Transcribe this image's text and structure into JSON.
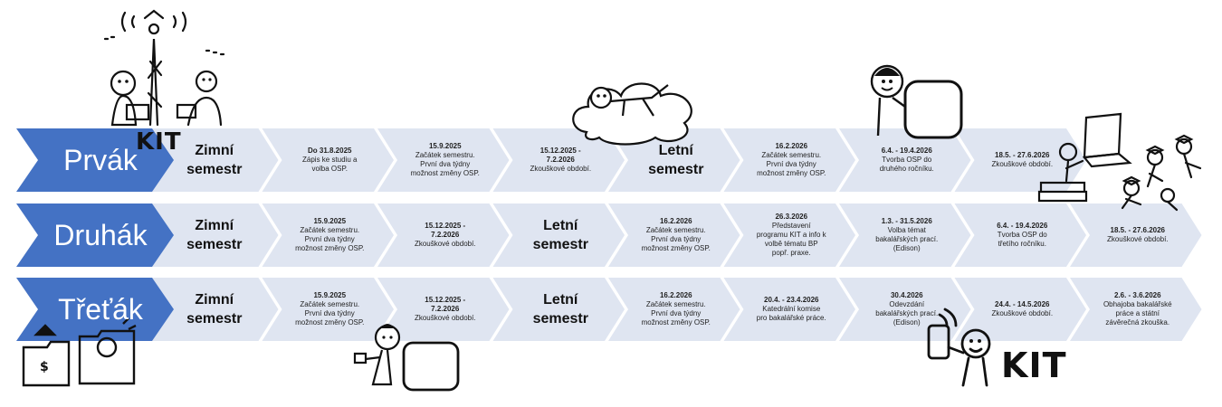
{
  "colors": {
    "label_blue": "#4472c4",
    "step_fill": "#dfe5f1",
    "text": "#1f1f1f",
    "ink": "#111111"
  },
  "logo_text": "KIT",
  "rows": [
    {
      "label": "Prvák",
      "steps": [
        {
          "kind": "season",
          "line1": "Zimní",
          "line2": "semestr"
        },
        {
          "kind": "event",
          "date": "Do 31.8.2025",
          "text": [
            "Zápis ke studiu a",
            "volba OSP."
          ]
        },
        {
          "kind": "event",
          "date": "15.9.2025",
          "text": [
            "Začátek semestru.",
            "První dva týdny",
            "možnost změny OSP."
          ]
        },
        {
          "kind": "event",
          "date": "15.12.2025 -",
          "date2": "7.2.2026",
          "text": [
            "Zkouškové období."
          ]
        },
        {
          "kind": "season",
          "line1": "Letní",
          "line2": "semestr"
        },
        {
          "kind": "event",
          "date": "16.2.2026",
          "text": [
            "Začátek semestru.",
            "První dva týdny",
            "možnost změny OSP."
          ]
        },
        {
          "kind": "event",
          "date": "6.4. - 19.4.2026",
          "text": [
            "Tvorba OSP do",
            "druhého ročníku."
          ]
        },
        {
          "kind": "event",
          "date": "18.5. - 27.6.2026",
          "text": [
            "Zkouškové období."
          ]
        }
      ]
    },
    {
      "label": "Druhák",
      "steps": [
        {
          "kind": "season",
          "line1": "Zimní",
          "line2": "semestr"
        },
        {
          "kind": "event",
          "date": "15.9.2025",
          "text": [
            "Začátek semestru.",
            "První dva týdny",
            "možnost změny OSP."
          ]
        },
        {
          "kind": "event",
          "date": "15.12.2025 -",
          "date2": "7.2.2026",
          "text": [
            "Zkouškové období."
          ]
        },
        {
          "kind": "season",
          "line1": "Letní",
          "line2": "semestr"
        },
        {
          "kind": "event",
          "date": "16.2.2026",
          "text": [
            "Začátek semestru.",
            "První dva týdny",
            "možnost změny OSP."
          ]
        },
        {
          "kind": "event",
          "date": "26.3.2026",
          "text": [
            "Představení",
            "programu KIT a info k",
            "volbě tématu BP",
            "popř. praxe."
          ]
        },
        {
          "kind": "event",
          "date": "1.3. - 31.5.2026",
          "text": [
            "Volba témat",
            "bakalářských prací.",
            "(Edison)"
          ]
        },
        {
          "kind": "event",
          "date": "6.4. - 19.4.2026",
          "text": [
            "Tvorba OSP do",
            "třetího ročníku."
          ]
        },
        {
          "kind": "event",
          "date": "18.5. - 27.6.2026",
          "text": [
            "Zkouškové období."
          ]
        }
      ]
    },
    {
      "label": "Třeťák",
      "steps": [
        {
          "kind": "season",
          "line1": "Zimní",
          "line2": "semestr"
        },
        {
          "kind": "event",
          "date": "15.9.2025",
          "text": [
            "Začátek semestru.",
            "První dva týdny",
            "možnost změny OSP."
          ]
        },
        {
          "kind": "event",
          "date": "15.12.2025 -",
          "date2": "7.2.2026",
          "text": [
            "Zkouškové období."
          ]
        },
        {
          "kind": "season",
          "line1": "Letní",
          "line2": "semestr"
        },
        {
          "kind": "event",
          "date": "16.2.2026",
          "text": [
            "Začátek semestru.",
            "První dva týdny",
            "možnost změny OSP."
          ]
        },
        {
          "kind": "event",
          "date": "20.4. - 23.4.2026",
          "text": [
            "Katedrální komise",
            "pro bakalářské práce."
          ]
        },
        {
          "kind": "event",
          "date": "30.4.2026",
          "text": [
            "Odevzdání",
            "bakalářských prací.",
            "(Edison)"
          ]
        },
        {
          "kind": "event",
          "date": "24.4. - 14.5.2026",
          "text": [
            "Zkouškové období."
          ]
        },
        {
          "kind": "event",
          "date": "2.6. - 3.6.2026",
          "text": [
            "Obhajoba bakalářské",
            "práce a státní",
            "závěrečná zkouška."
          ]
        }
      ]
    }
  ]
}
